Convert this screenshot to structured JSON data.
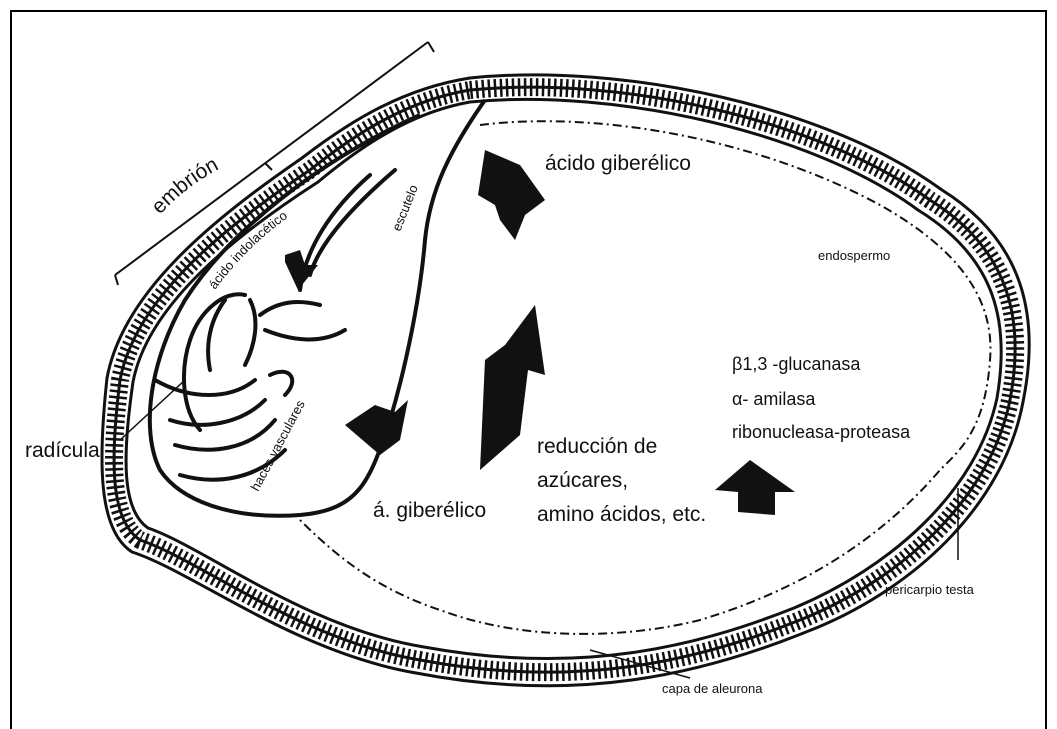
{
  "labels": {
    "embrion": "embrión",
    "acido_indolacetico": "ácido indolacético",
    "escutelo": "escutelo",
    "acido_giberelico_top": "ácido giberélico",
    "endospermo": "endospermo",
    "glucanasa": "β1,3 -glucanasa",
    "amilasa": "α- amilasa",
    "ribonucleasa": "ribonucleasa-proteasa",
    "radicula": "radícula",
    "haces_vasculares": "haces vasculares",
    "a_giberelico": "á. giberélico",
    "reduccion_1": "reducción de",
    "reduccion_2": "azúcares,",
    "reduccion_3": "amino ácidos, etc.",
    "pericarpio": "pericarpio testa",
    "aleurona": "capa de aleurona"
  },
  "colors": {
    "ink": "#111111",
    "background": "#ffffff"
  }
}
